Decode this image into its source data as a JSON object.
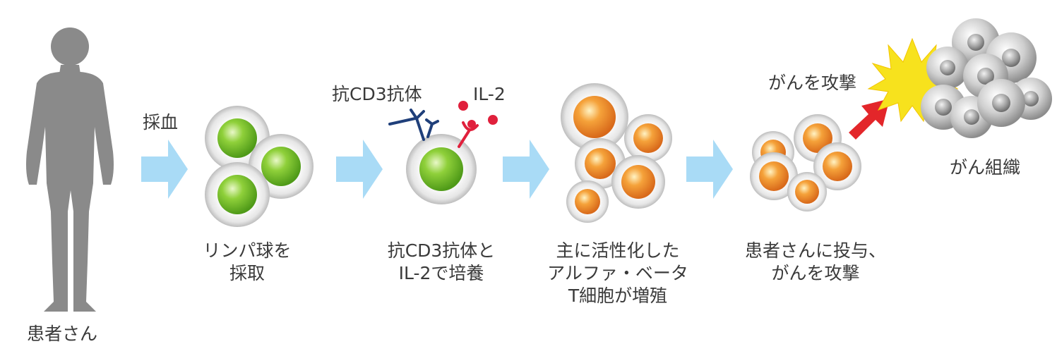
{
  "labels": {
    "patient": "患者さん",
    "blood_draw": "採血",
    "step1": [
      "リンパ球を",
      "採取"
    ],
    "antibody": "抗CD3抗体",
    "il2": "IL-2",
    "step2": [
      "抗CD3抗体と",
      "IL-2で培養"
    ],
    "step3": [
      "主に活性化した",
      "アルファ・ベータ",
      "T細胞が増殖"
    ],
    "attack_label": "がんを攻撃",
    "step4": [
      "患者さんに投与、",
      "がんを攻撃"
    ],
    "cancer_tissue": "がん組織"
  },
  "colors": {
    "silhouette": "#8a8a8a",
    "flow_arrow": "#a9dbf6",
    "lymphocyte": "#7cc12f",
    "activated_cell": "#f0912a",
    "antibody": "#1f3f7a",
    "il2": "#e0203c",
    "attack_arrow": "#e3262a",
    "burst": "#f7e21d",
    "cancer_cell": "#b9b9b9"
  },
  "icons": [
    "person-silhouette-icon",
    "flow-arrow-icon",
    "antibody-icon",
    "il2-molecule-icon",
    "starburst-icon",
    "attack-arrow-icon"
  ]
}
